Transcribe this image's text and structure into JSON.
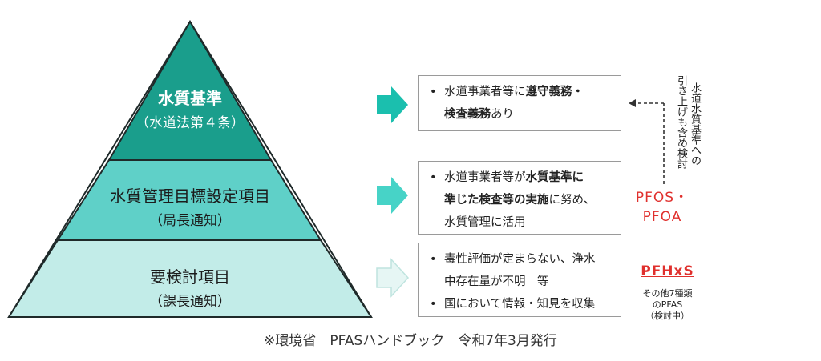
{
  "pyramid": {
    "tier1": {
      "title": "水質基準",
      "sub": "（水道法第４条）",
      "color": "#1a9e8c"
    },
    "tier2": {
      "title": "水質管理目標設定項目",
      "sub": "（局長通知）",
      "color": "#5fd0c8"
    },
    "tier3": {
      "title": "要検討項目",
      "sub": "（課長通知）",
      "color": "#c2ece8"
    }
  },
  "box1": {
    "line1_a": "水道事業者等に",
    "line1_b": "遵守義務・",
    "line2_b": "検査義務",
    "line2_c": "あり"
  },
  "box2": {
    "line1_a": "水道事業者等が",
    "line1_b": "水質基準に",
    "line2_b": "準じた検査等の実施",
    "line2_c": "に努め、",
    "line3": "水質管理に活用"
  },
  "box3": {
    "item1_line1": "毒性評価が定まらない、浄水",
    "item1_line2": "中存在量が不明　等",
    "item2": "国において情報・知見を収集"
  },
  "right": {
    "vertical_col1": "水道水質基準への",
    "vertical_col2": "引き上げも含め検討",
    "pfos_line1": "PFOS・",
    "pfos_line2": "PFOA",
    "pfhxs": "PFHxS",
    "other_line1": "その他7種類",
    "other_line2": "のPFAS",
    "other_line3": "（検討中）"
  },
  "colors": {
    "arrow_dark": "#1bbfae",
    "arrow_mid": "#47d3c7",
    "arrow_light_fill": "#e6f6f4",
    "arrow_light_stroke": "#bfe4df",
    "red": "#e0302d"
  },
  "caption": "※環境省　PFASハンドブック　令和7年3月発行"
}
